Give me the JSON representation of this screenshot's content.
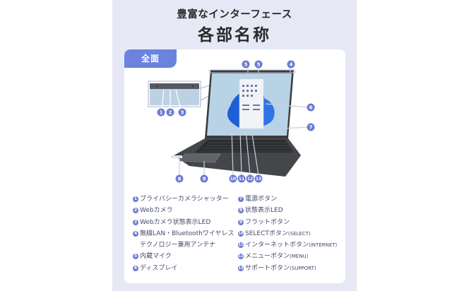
{
  "header": {
    "subtitle": "豊富なインターフェース",
    "title": "各部名称"
  },
  "card": {
    "tab_label": "全面"
  },
  "callouts": [
    "1",
    "2",
    "3",
    "4",
    "5",
    "5",
    "6",
    "7",
    "8",
    "9",
    "10",
    "11",
    "12",
    "13"
  ],
  "legend": {
    "col1": [
      {
        "num": "1",
        "label": "プライバシーカメラシャッター"
      },
      {
        "num": "2",
        "label": "Webカメラ"
      },
      {
        "num": "3",
        "label": "Webカメラ状態表示LED"
      },
      {
        "num": "4",
        "label": "無線LAN・Bluetoothワイヤレス",
        "label2": "テクノロジー兼用アンテナ"
      },
      {
        "num": "5",
        "label": "内蔵マイク"
      },
      {
        "num": "6",
        "label": "ディスプレイ"
      }
    ],
    "col2": [
      {
        "num": "7",
        "label": "電源ボタン"
      },
      {
        "num": "8",
        "label": "状態表示LED"
      },
      {
        "num": "9",
        "label": "フラットボタン"
      },
      {
        "num": "10",
        "label": "SELECTボタン",
        "suffix": "(SELECT)"
      },
      {
        "num": "11",
        "label": "インターネットボタン",
        "suffix": "(INTERNET)"
      },
      {
        "num": "12",
        "label": "メニューボタン",
        "suffix": "(MENU)"
      },
      {
        "num": "13",
        "label": "サポートボタン",
        "suffix": "(SUPPORT)"
      }
    ]
  },
  "colors": {
    "accent": "#6b83dd",
    "badge": "#6b7bd0",
    "panel_bg": "#e6e8f5",
    "text": "#444a6a"
  }
}
